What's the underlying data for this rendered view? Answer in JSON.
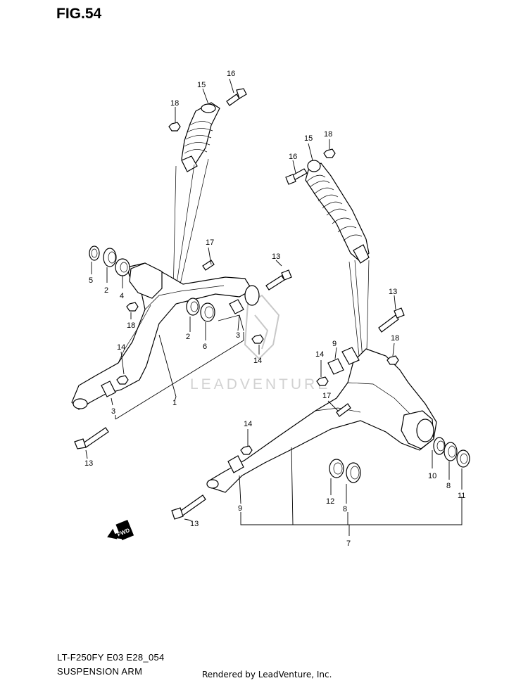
{
  "figure": {
    "title": "FIG.54",
    "model_code": "LT-F250FY E03 E28_054",
    "section_name": "SUSPENSION ARM",
    "credit": "Rendered by LeadVenture, Inc.",
    "watermark": "LEADVENTURE",
    "direction_badge": "FWD"
  },
  "callouts": {
    "c1": "1",
    "c2a": "2",
    "c2b": "2",
    "c3a": "3",
    "c3b": "3",
    "c4": "4",
    "c5": "5",
    "c6": "6",
    "c7": "7",
    "c8a": "8",
    "c8b": "8",
    "c9a": "9",
    "c9b": "9",
    "c10": "10",
    "c11": "11",
    "c12": "12",
    "c13a": "13",
    "c13b": "13",
    "c13c": "13",
    "c13d": "13",
    "c14a": "14",
    "c14b": "14",
    "c14c": "14",
    "c14d": "14",
    "c15a": "15",
    "c15b": "15",
    "c16a": "16",
    "c16b": "16",
    "c17a": "17",
    "c17b": "17",
    "c18a": "18",
    "c18b": "18",
    "c18c": "18",
    "c18d": "18"
  },
  "colors": {
    "line": "#000000",
    "watermark": "#cfcfcf",
    "background": "#ffffff"
  }
}
